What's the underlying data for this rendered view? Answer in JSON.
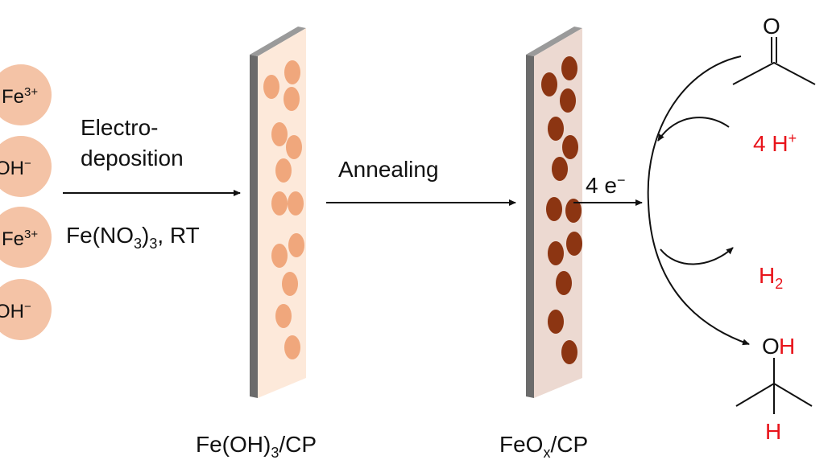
{
  "ions": [
    {
      "label": "Fe",
      "sup": "3+"
    },
    {
      "label": "OH",
      "sup": "−"
    },
    {
      "label": "Fe",
      "sup": "3+"
    },
    {
      "label": "OH",
      "sup": "−"
    }
  ],
  "step1": {
    "line1": "Electro-",
    "line2": "deposition",
    "reagent_pre": "Fe(NO",
    "reagent_sub": "3",
    "reagent_mid": ")",
    "reagent_sub2": "3",
    "reagent_post": ", RT"
  },
  "step2": {
    "label": "Annealing"
  },
  "electrode1": {
    "label_pre": "Fe(OH)",
    "label_sub": "3",
    "label_post": "/CP"
  },
  "electrode2": {
    "label_pre": "FeO",
    "label_sub": "x",
    "label_post": "/CP"
  },
  "electrons": {
    "label": "4 e",
    "sup": "−"
  },
  "reaction": {
    "reactant_atom": "O",
    "protons": {
      "label": "4 H",
      "sup": "+"
    },
    "hydrogen": {
      "label": "H",
      "sub": "2"
    },
    "product_o": "O",
    "product_oh_h": "H",
    "product_h": "H"
  },
  "colors": {
    "ion": "#f4c3a6",
    "fe_oh3": "#f0a77c",
    "feox": "#8c3512",
    "plate1": "#fde9da",
    "plate2": "#ecd9d1",
    "red": "#e8141b"
  }
}
